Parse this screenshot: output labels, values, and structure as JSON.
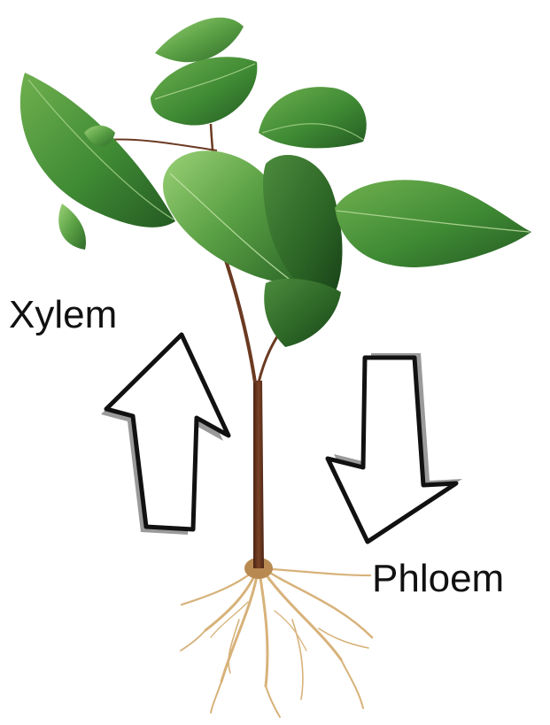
{
  "diagram": {
    "labels": {
      "xylem": "Xylem",
      "phloem": "Phloem"
    },
    "arrows": {
      "xylem_direction": "up",
      "phloem_direction": "down"
    },
    "colors": {
      "background": "#ffffff",
      "leaf_dark": "#2f6b2a",
      "leaf_mid": "#4a8f3c",
      "leaf_light": "#7dba5e",
      "stem": "#6b3a22",
      "root": "#d7b27a",
      "arrow_fill": "#ffffff",
      "arrow_outline": "#111111",
      "arrow_shadow": "#9a9a9a",
      "label_text": "#111111"
    }
  }
}
